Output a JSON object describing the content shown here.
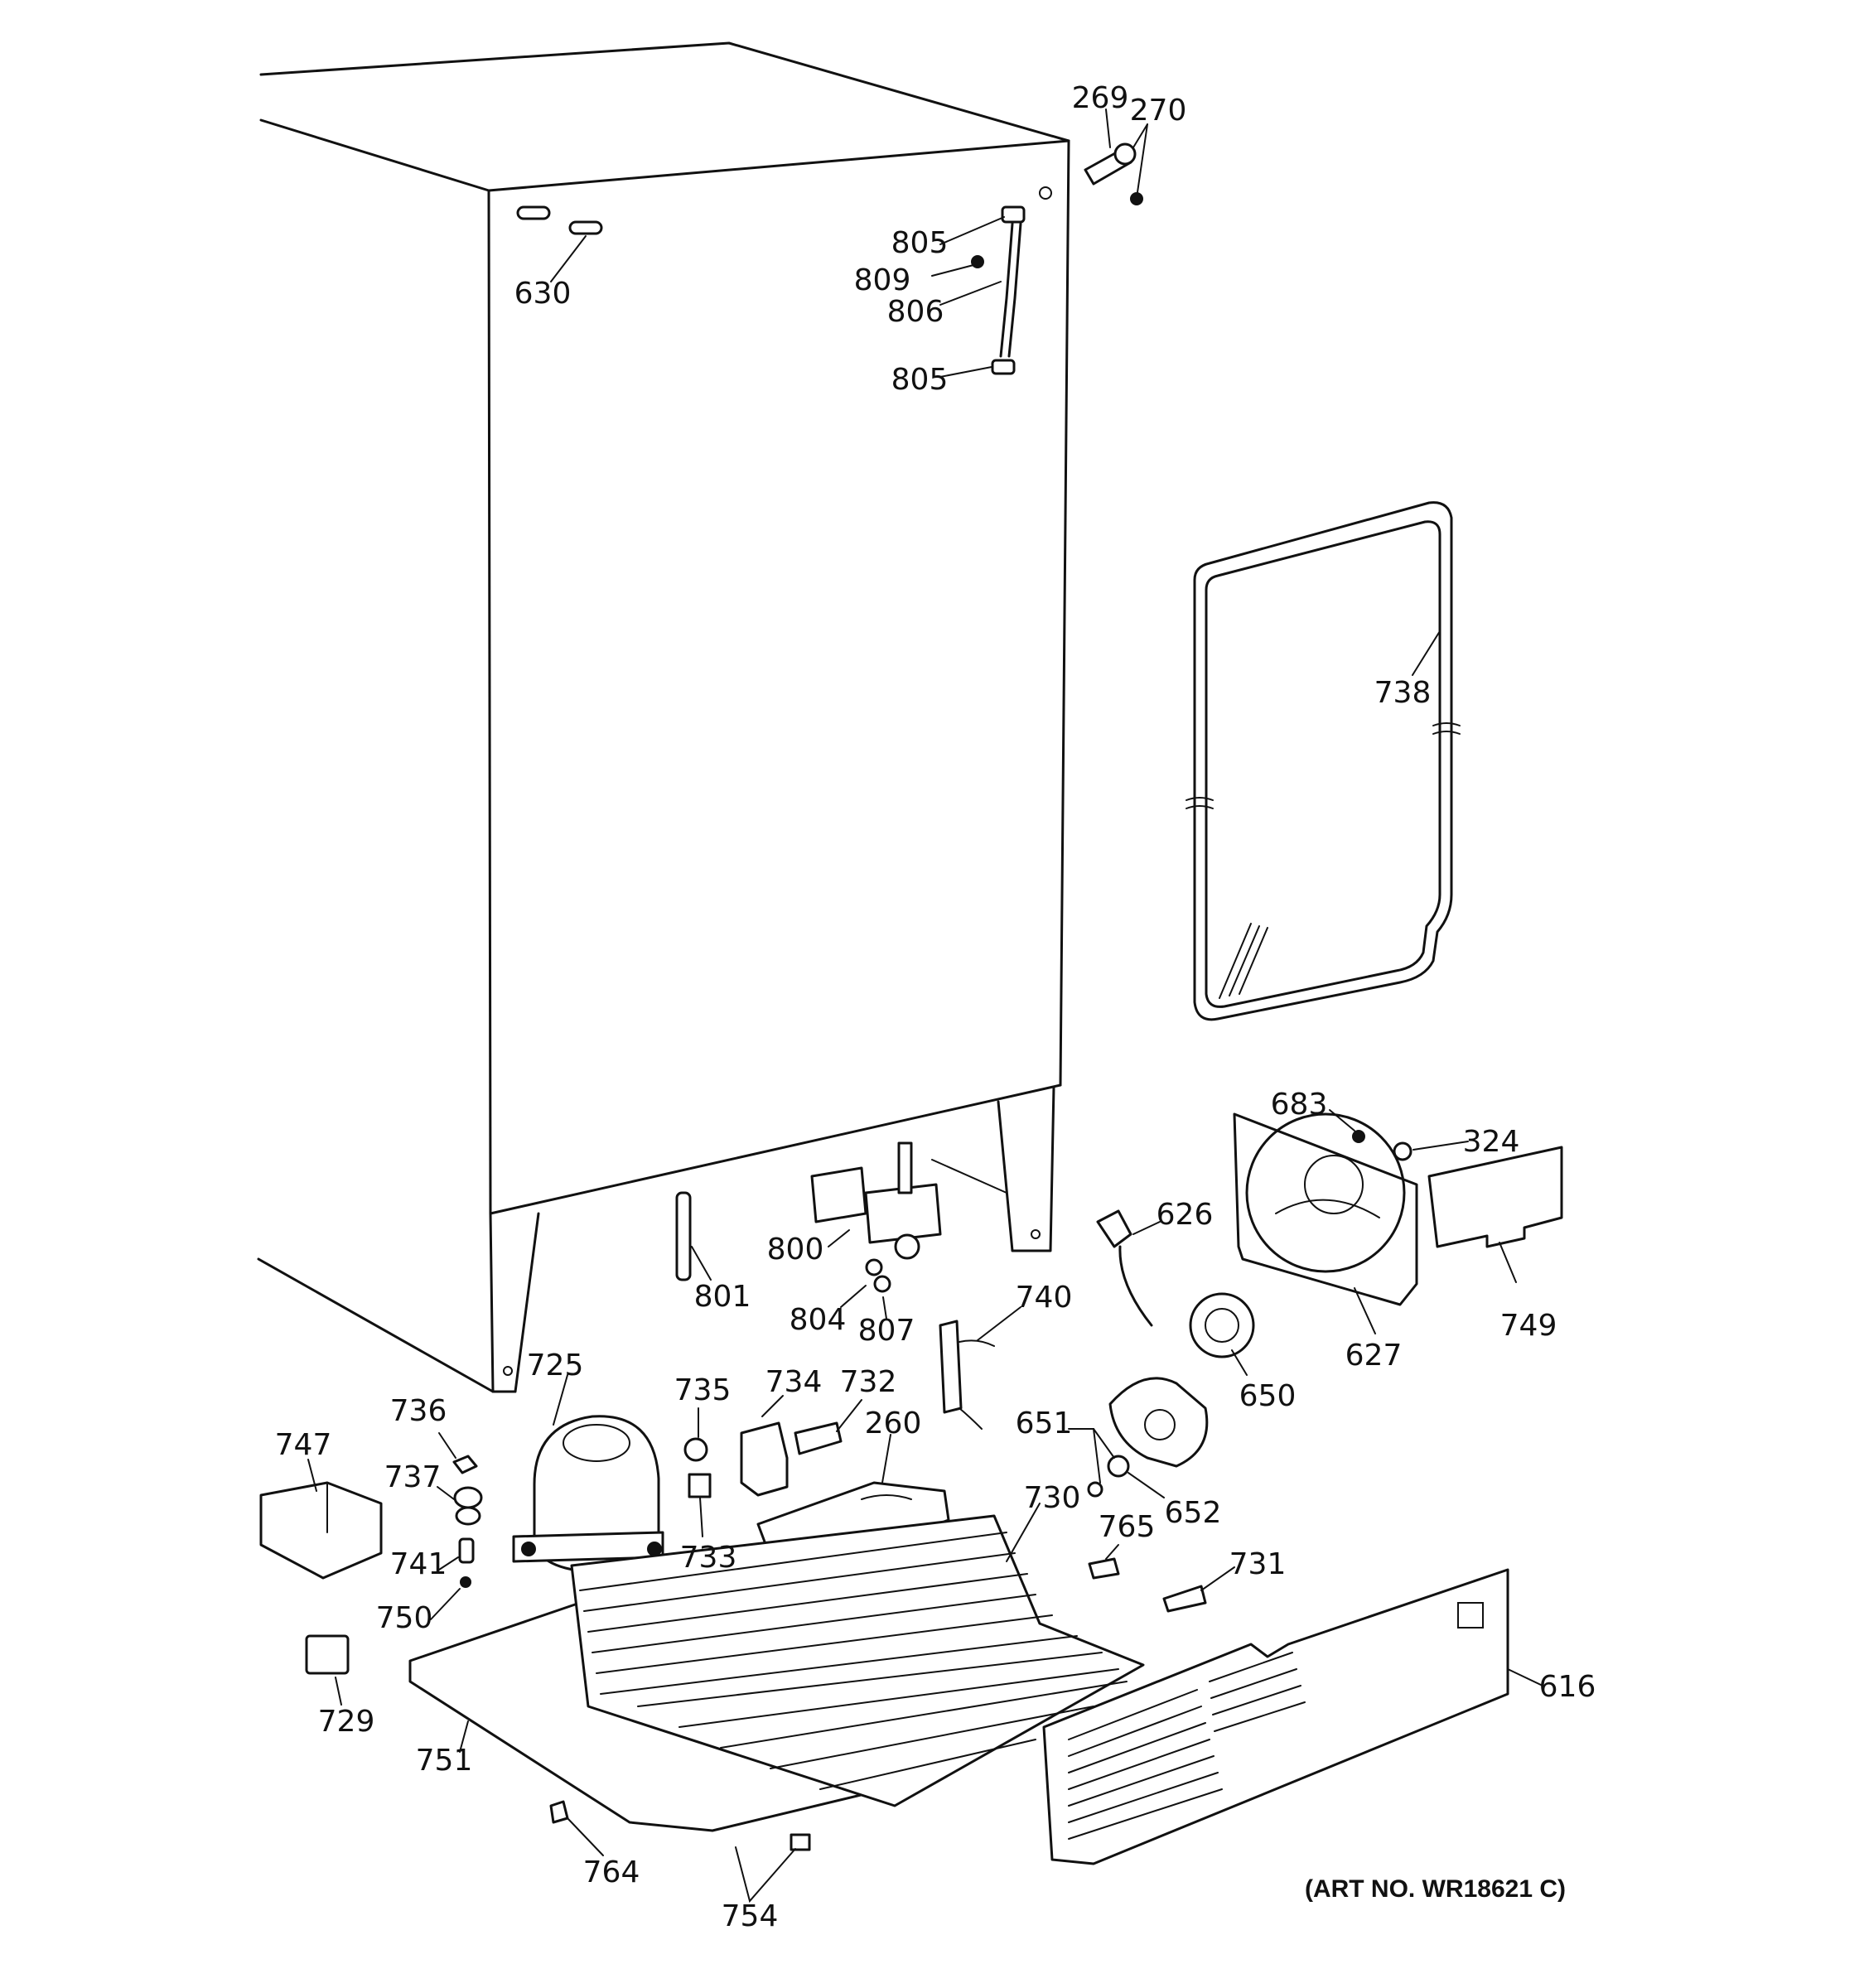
{
  "labels": {
    "l269": "269",
    "l270": "270",
    "l630": "630",
    "l805a": "805",
    "l809": "809",
    "l806": "806",
    "l805b": "805",
    "l738": "738",
    "l683": "683",
    "l324": "324",
    "l626": "626",
    "l800": "800",
    "l801": "801",
    "l804": "804",
    "l807": "807",
    "l740": "740",
    "l627": "627",
    "l749": "749",
    "l650": "650",
    "l725": "725",
    "l735": "735",
    "l734": "734",
    "l732": "732",
    "l736": "736",
    "l747": "747",
    "l260": "260",
    "l651": "651",
    "l737": "737",
    "l652": "652",
    "l730": "730",
    "l733": "733",
    "l765": "765",
    "l741": "741",
    "l731": "731",
    "l750": "750",
    "l616": "616",
    "l729": "729",
    "l751": "751",
    "l764": "764",
    "l754": "754"
  },
  "art_number": "(ART NO. WR18621 C)"
}
